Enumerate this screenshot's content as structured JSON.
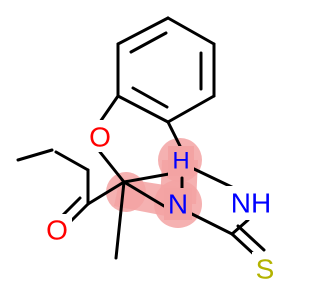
{
  "molecule": {
    "atoms": {
      "o_ring": "O",
      "o_carbonyl": "O",
      "n_upper": "H",
      "n_center": "N",
      "nh": "NH",
      "s": "S"
    },
    "colors": {
      "bond": "#000000",
      "oxygen": "#ff0000",
      "nitrogen": "#0000ff",
      "sulfur": "#b3b300",
      "highlight": "#f3a3a3"
    }
  }
}
